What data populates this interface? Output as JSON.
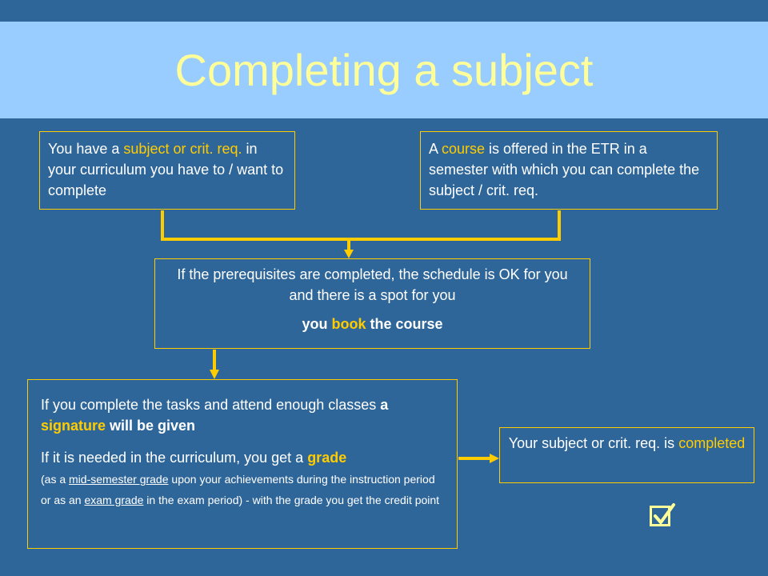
{
  "title": "Completing a subject",
  "colors": {
    "background": "#2f6699",
    "title_band": "#99ccff",
    "title_text": "#ffff99",
    "accent": "#ffcc00",
    "text": "#ffffff"
  },
  "box_subject": {
    "t1": "You have a ",
    "h1": "subject or crit. req.",
    "t2": " in your curriculum you have to / want to complete"
  },
  "box_course": {
    "t1": "A ",
    "h1": "course",
    "t2": " is offered in the ETR in a semester with which you can complete the subject / crit. req."
  },
  "box_book": {
    "line1": "If the prerequisites are completed, the schedule is OK for you and there is a spot for you",
    "b1": "you ",
    "h1": "book",
    "b2": " the course"
  },
  "box_sign": {
    "p1_t1": "If you complete the tasks and attend enough classes ",
    "p1_b1": "a ",
    "p1_h1": "signature",
    "p1_b2": " will be given",
    "p2_t1": "If it is needed in the curriculum, you get a ",
    "p2_h1": "grade",
    "s1": "(as a ",
    "s_u1": "mid-semester grade",
    "s2": " upon your achievements during the instruction period or as an ",
    "s_u2": "exam grade",
    "s3": " in the exam period) - with the grade you get the credit point"
  },
  "box_done": {
    "t1": "Your subject or crit. req. is ",
    "h1": "completed"
  },
  "icons": {
    "checkbox": "checked-box-icon"
  }
}
